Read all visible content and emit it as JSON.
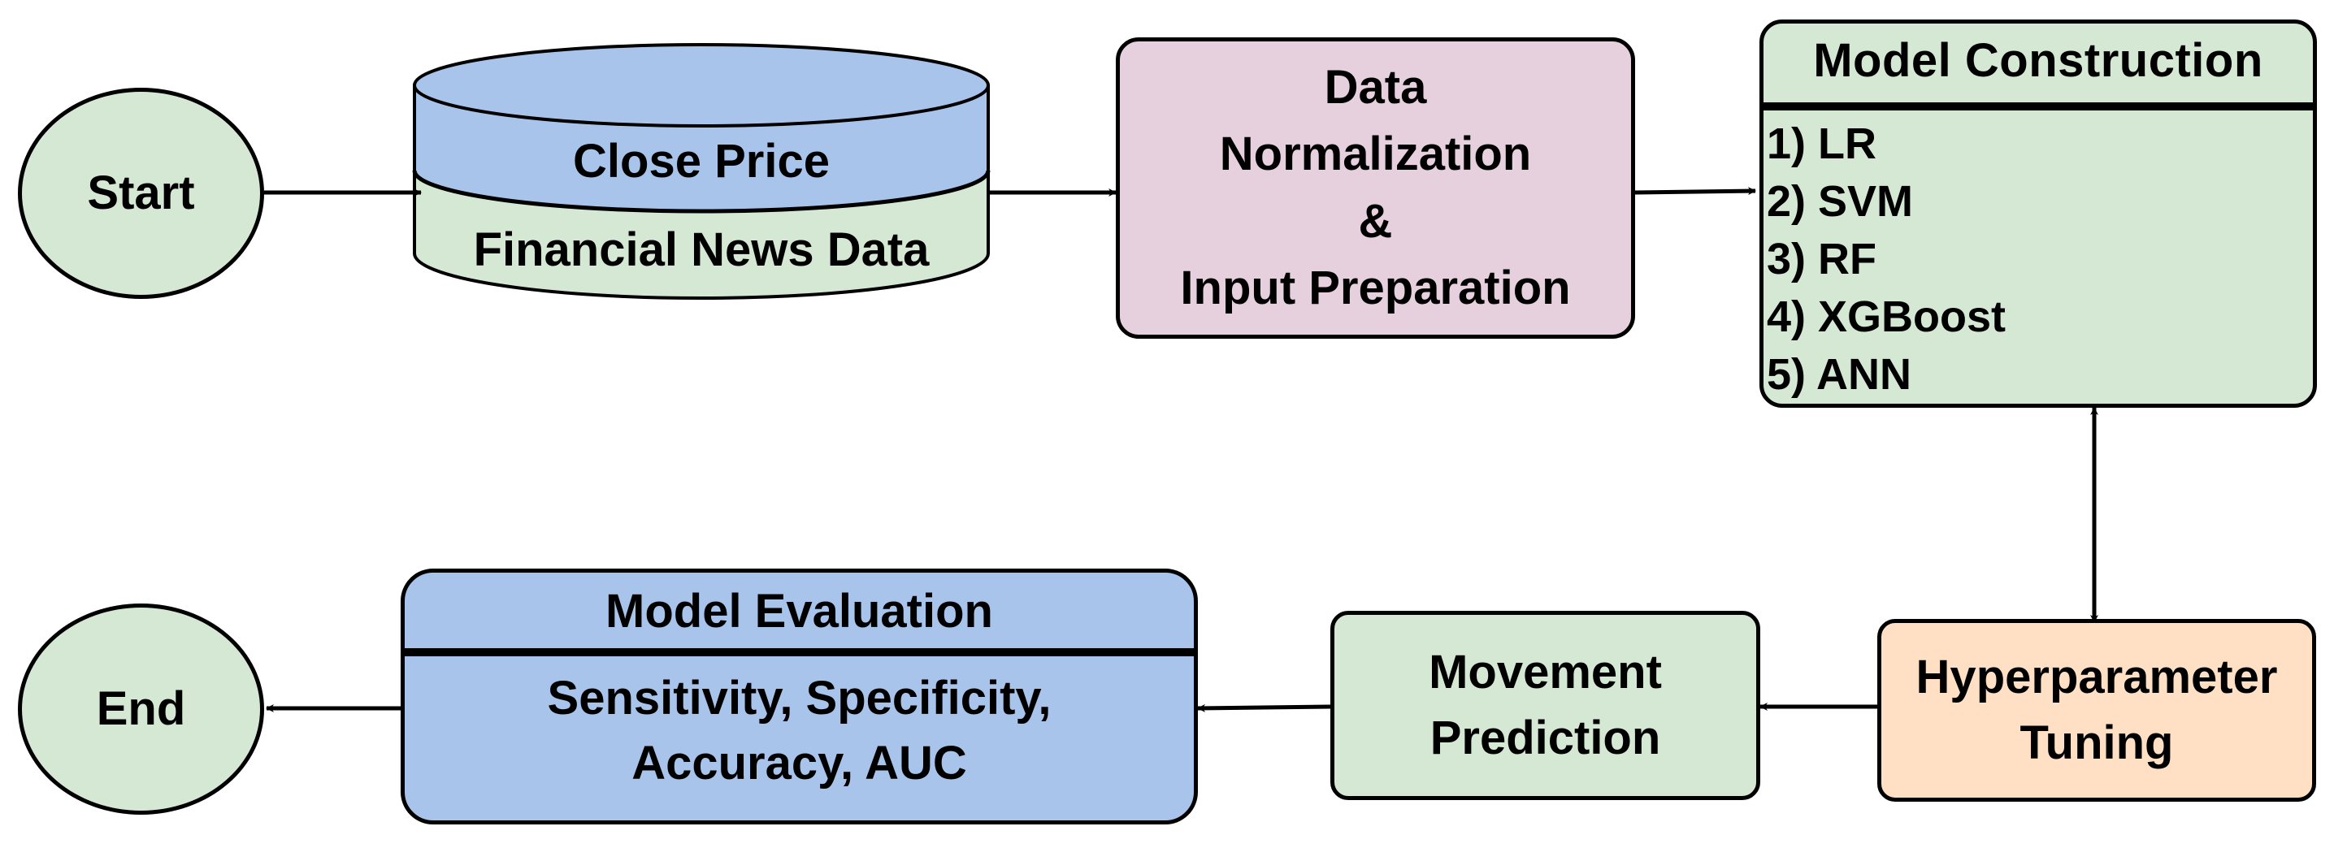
{
  "diagram": {
    "start_label": "Start",
    "end_label": "End",
    "database": {
      "top_label": "Close Price",
      "bottom_label": "Financial News Data"
    },
    "normalization": {
      "lines": [
        "Data",
        "Normalization",
        "&",
        "Input Preparation"
      ]
    },
    "model_construction": {
      "title": "Model  Construction",
      "items": [
        "1) LR",
        "2) SVM",
        "3) RF",
        "4) XGBoost",
        "5) ANN"
      ]
    },
    "hyperparameter": {
      "lines": [
        "Hyperparameter",
        "Tuning"
      ]
    },
    "movement": {
      "lines": [
        "Movement",
        "Prediction"
      ]
    },
    "evaluation": {
      "title": "Model Evaluation",
      "lines": [
        "Sensitivity, Specificity,",
        "Accuracy, AUC"
      ]
    },
    "colors": {
      "green": "#d5e8d4",
      "blue": "#a9c4eb",
      "pink": "#e6d0de",
      "peach": "#ffe0c4",
      "stroke": "#000000"
    }
  }
}
